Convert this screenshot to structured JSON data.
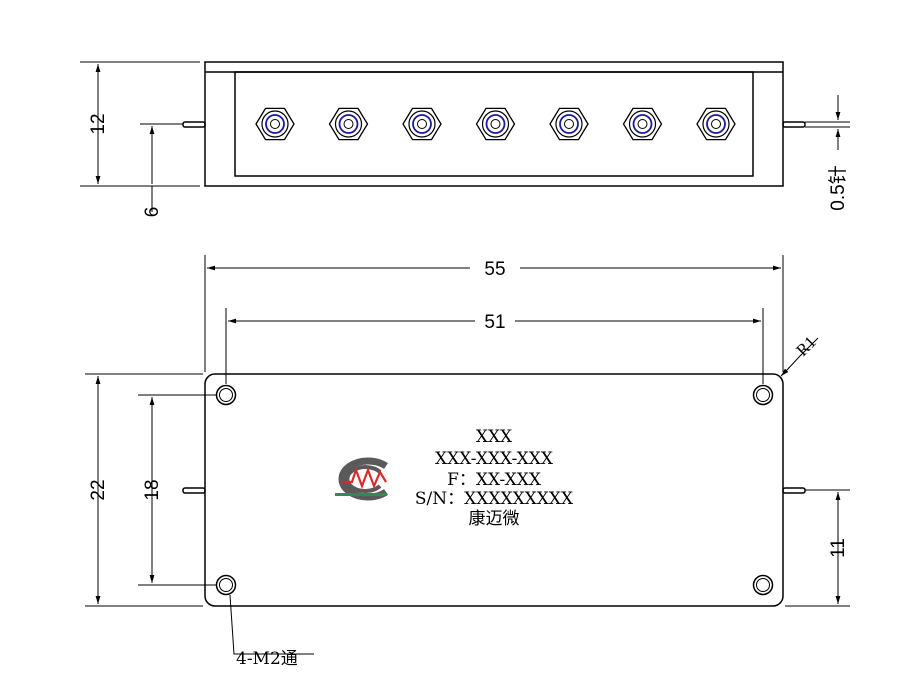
{
  "top_view": {
    "dim_height": "12",
    "dim_pin_height": "6",
    "dim_pin_dia": "0.5针",
    "connector_count": 7
  },
  "front_view": {
    "dim_width_outer": "55",
    "dim_width_holes": "51",
    "dim_height_outer": "22",
    "dim_height_holes": "18",
    "dim_pin_offset": "11",
    "dim_radius": "R1",
    "hole_note": "4-M2通"
  },
  "label_plate": {
    "line1": "XXX",
    "line2": "XXX-XXX-XXX",
    "line3": "F：XX-XXX",
    "line4": "S/N：XXXXXXXXX",
    "line5": "康迈微"
  },
  "colors": {
    "line": "#000000",
    "logo_gray": "#5a5a5a",
    "logo_red": "#d92b2b",
    "logo_green": "#2e8b57",
    "connector_blue": "#1a1aa0"
  }
}
